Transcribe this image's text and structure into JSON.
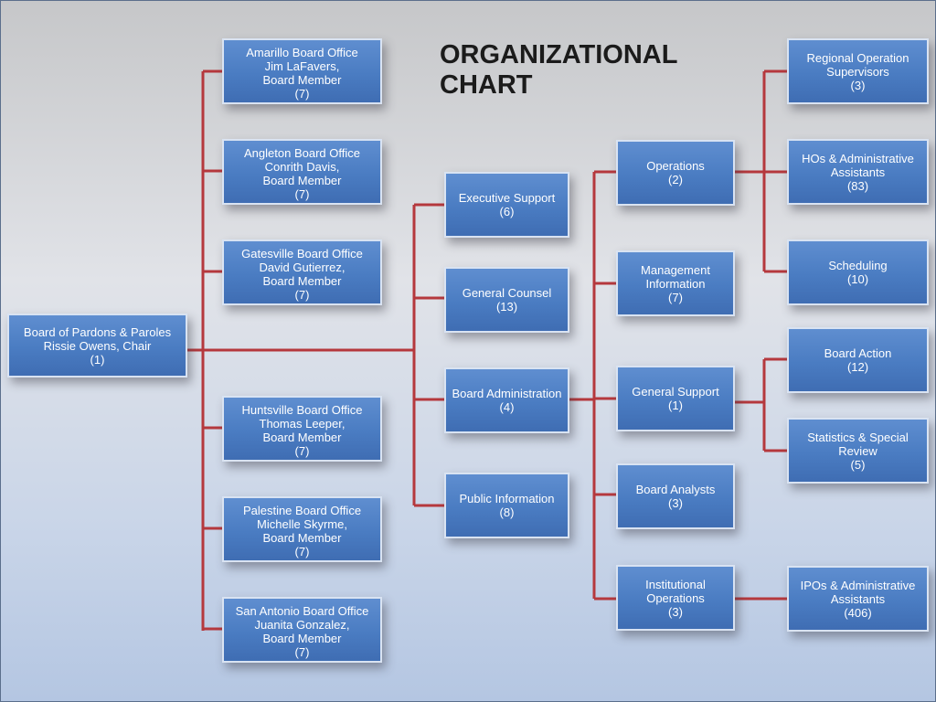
{
  "title": {
    "line1": "ORGANIZATIONAL",
    "line2": "CHART"
  },
  "colors": {
    "box": "#4a7cc2",
    "connector": "#b5383d"
  },
  "root": {
    "l1": "Board of Pardons & Paroles",
    "l2": "Rissie Owens, Chair",
    "l3": "(1)"
  },
  "offices": [
    {
      "l1": "Amarillo Board Office",
      "l2": "Jim LaFavers,",
      "l3": "Board Member",
      "l4": "(7)"
    },
    {
      "l1": "Angleton Board Office",
      "l2": "Conrith Davis,",
      "l3": "Board Member",
      "l4": "(7)"
    },
    {
      "l1": "Gatesville Board Office",
      "l2": "David Gutierrez,",
      "l3": "Board Member",
      "l4": "(7)"
    },
    {
      "l1": "Huntsville Board Office",
      "l2": "Thomas Leeper,",
      "l3": "Board Member",
      "l4": "(7)"
    },
    {
      "l1": "Palestine Board Office",
      "l2": "Michelle Skyrme,",
      "l3": "Board Member",
      "l4": "(7)"
    },
    {
      "l1": "San Antonio Board Office",
      "l2": "Juanita Gonzalez,",
      "l3": "Board Member",
      "l4": "(7)"
    }
  ],
  "mid": [
    {
      "l1": "Executive Support",
      "l2": "(6)"
    },
    {
      "l1": "General Counsel",
      "l2": "(13)"
    },
    {
      "l1": "Board Administration",
      "l2": "(4)"
    },
    {
      "l1": "Public Information",
      "l2": "(8)"
    }
  ],
  "admin": [
    {
      "l1": "Operations",
      "l2": "(2)"
    },
    {
      "l1": "Management",
      "l2": "Information",
      "l3": "(7)"
    },
    {
      "l1": "General Support",
      "l2": "(1)"
    },
    {
      "l1": "Board Analysts",
      "l2": "(3)"
    },
    {
      "l1": "Institutional",
      "l2": "Operations",
      "l3": "(3)"
    }
  ],
  "ops": [
    {
      "l1": "Regional Operation",
      "l2": "Supervisors",
      "l3": "(3)"
    },
    {
      "l1": "HOs & Administrative",
      "l2": "Assistants",
      "l3": "(83)"
    },
    {
      "l1": "Scheduling",
      "l2": "(10)"
    }
  ],
  "support": [
    {
      "l1": "Board Action",
      "l2": "(12)"
    },
    {
      "l1": "Statistics & Special",
      "l2": "Review",
      "l3": "(5)"
    }
  ],
  "institutional": {
    "l1": "IPOs & Administrative",
    "l2": "Assistants",
    "l3": "(406)"
  }
}
